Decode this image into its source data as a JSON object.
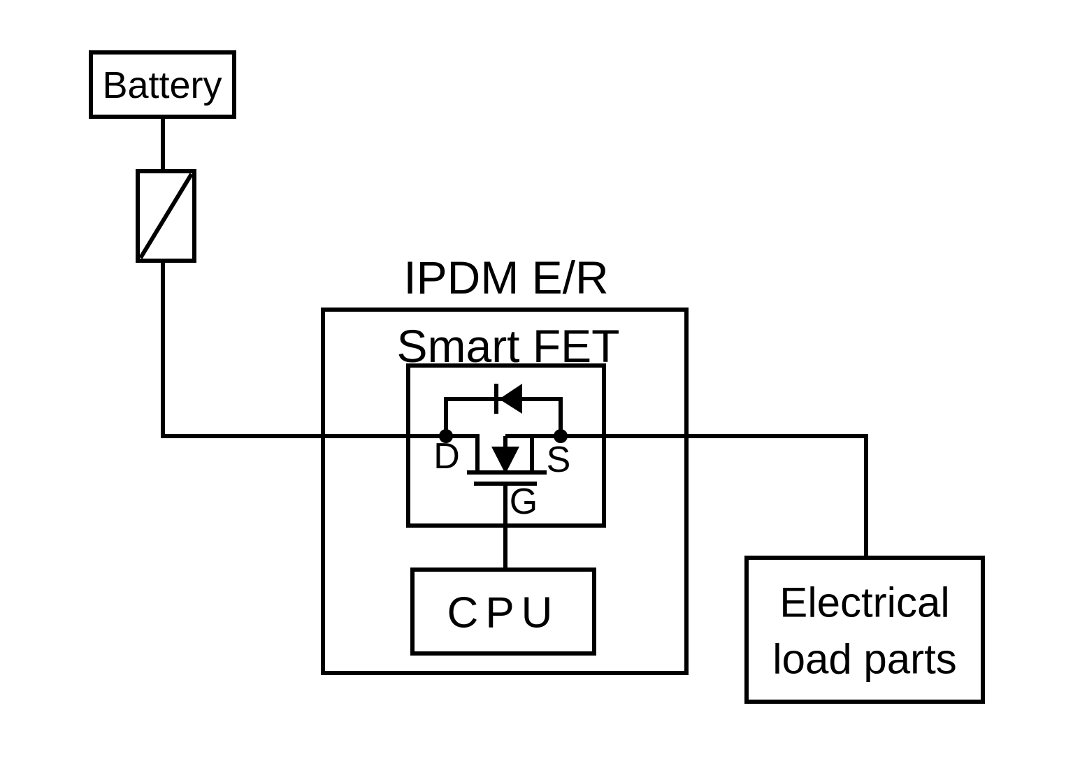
{
  "diagram": {
    "type": "block-circuit-diagram",
    "colors": {
      "line": "#000000",
      "background": "#ffffff"
    },
    "battery": {
      "label": "Battery"
    },
    "fuse": {
      "icon": "fuse-symbol"
    },
    "ipdm": {
      "label": "IPDM E/R"
    },
    "smart_fet": {
      "label": "Smart FET"
    },
    "mosfet": {
      "drain_label": "D",
      "source_label": "S",
      "gate_label": "G"
    },
    "cpu": {
      "label": "CPU"
    },
    "electrical_load": {
      "label_line1": "Electrical",
      "label_line2": "load parts"
    }
  }
}
